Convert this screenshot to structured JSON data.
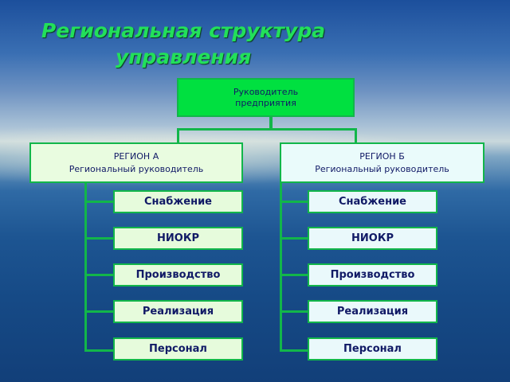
{
  "title": "Региональная структура\nуправления",
  "top": "Руководитель\nпредприятия",
  "regions": [
    {
      "label": "РЕГИОН А\nРегиональный руководитель",
      "departments": [
        "Снабжение",
        "НИОКР",
        "Производство",
        "Реализация",
        "Персонал"
      ]
    },
    {
      "label": "РЕГИОН Б\nРегиональный руководитель",
      "departments": [
        "Снабжение",
        "НИОКР",
        "Производство",
        "Реализация",
        "Персонал"
      ]
    }
  ],
  "colors": {
    "accent": "#12b64a",
    "title": "#22e05a",
    "text": "#111a66",
    "top_fill": "#00e040"
  }
}
